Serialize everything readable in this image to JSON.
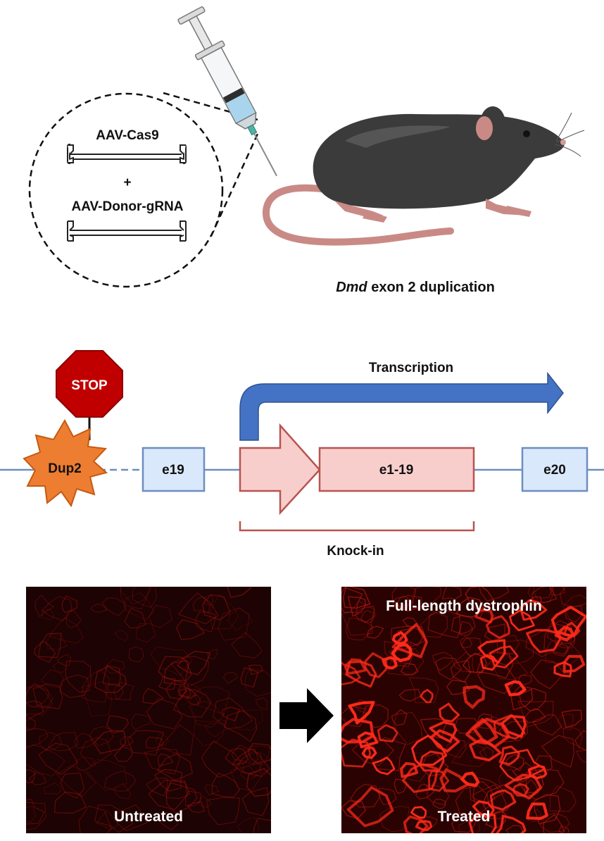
{
  "top_panel": {
    "vector1": "AAV-Cas9",
    "plus": "+",
    "vector2": "AAV-Donor-gRNA",
    "model_italic": "Dmd",
    "model_rest": " exon 2 duplication"
  },
  "middle_panel": {
    "stop_sign": "STOP",
    "dup2": "Dup2",
    "exon_e19": "e19",
    "exon_e1_19": "e1-19",
    "exon_e20": "e20",
    "transcription": "Transcription",
    "knock_in": "Knock-in"
  },
  "bottom_panel": {
    "left_caption": "Untreated",
    "right_title": "Full-length dystrophin",
    "right_caption": "Treated"
  },
  "colors": {
    "mouse_body": "#3b3b3b",
    "mouse_skin": "#c98a86",
    "syringe_fluid": "#a9d4ee",
    "arrow_blue": "#4472c4",
    "exon_fill": "#dae8fc",
    "exon_stroke": "#6c8ebf",
    "knockin_fill": "#f8cecc",
    "knockin_stroke": "#b85450",
    "dup2_fill": "#ed7d31",
    "stop_fill": "#c00000",
    "stain_red": "#ff2a1a"
  }
}
